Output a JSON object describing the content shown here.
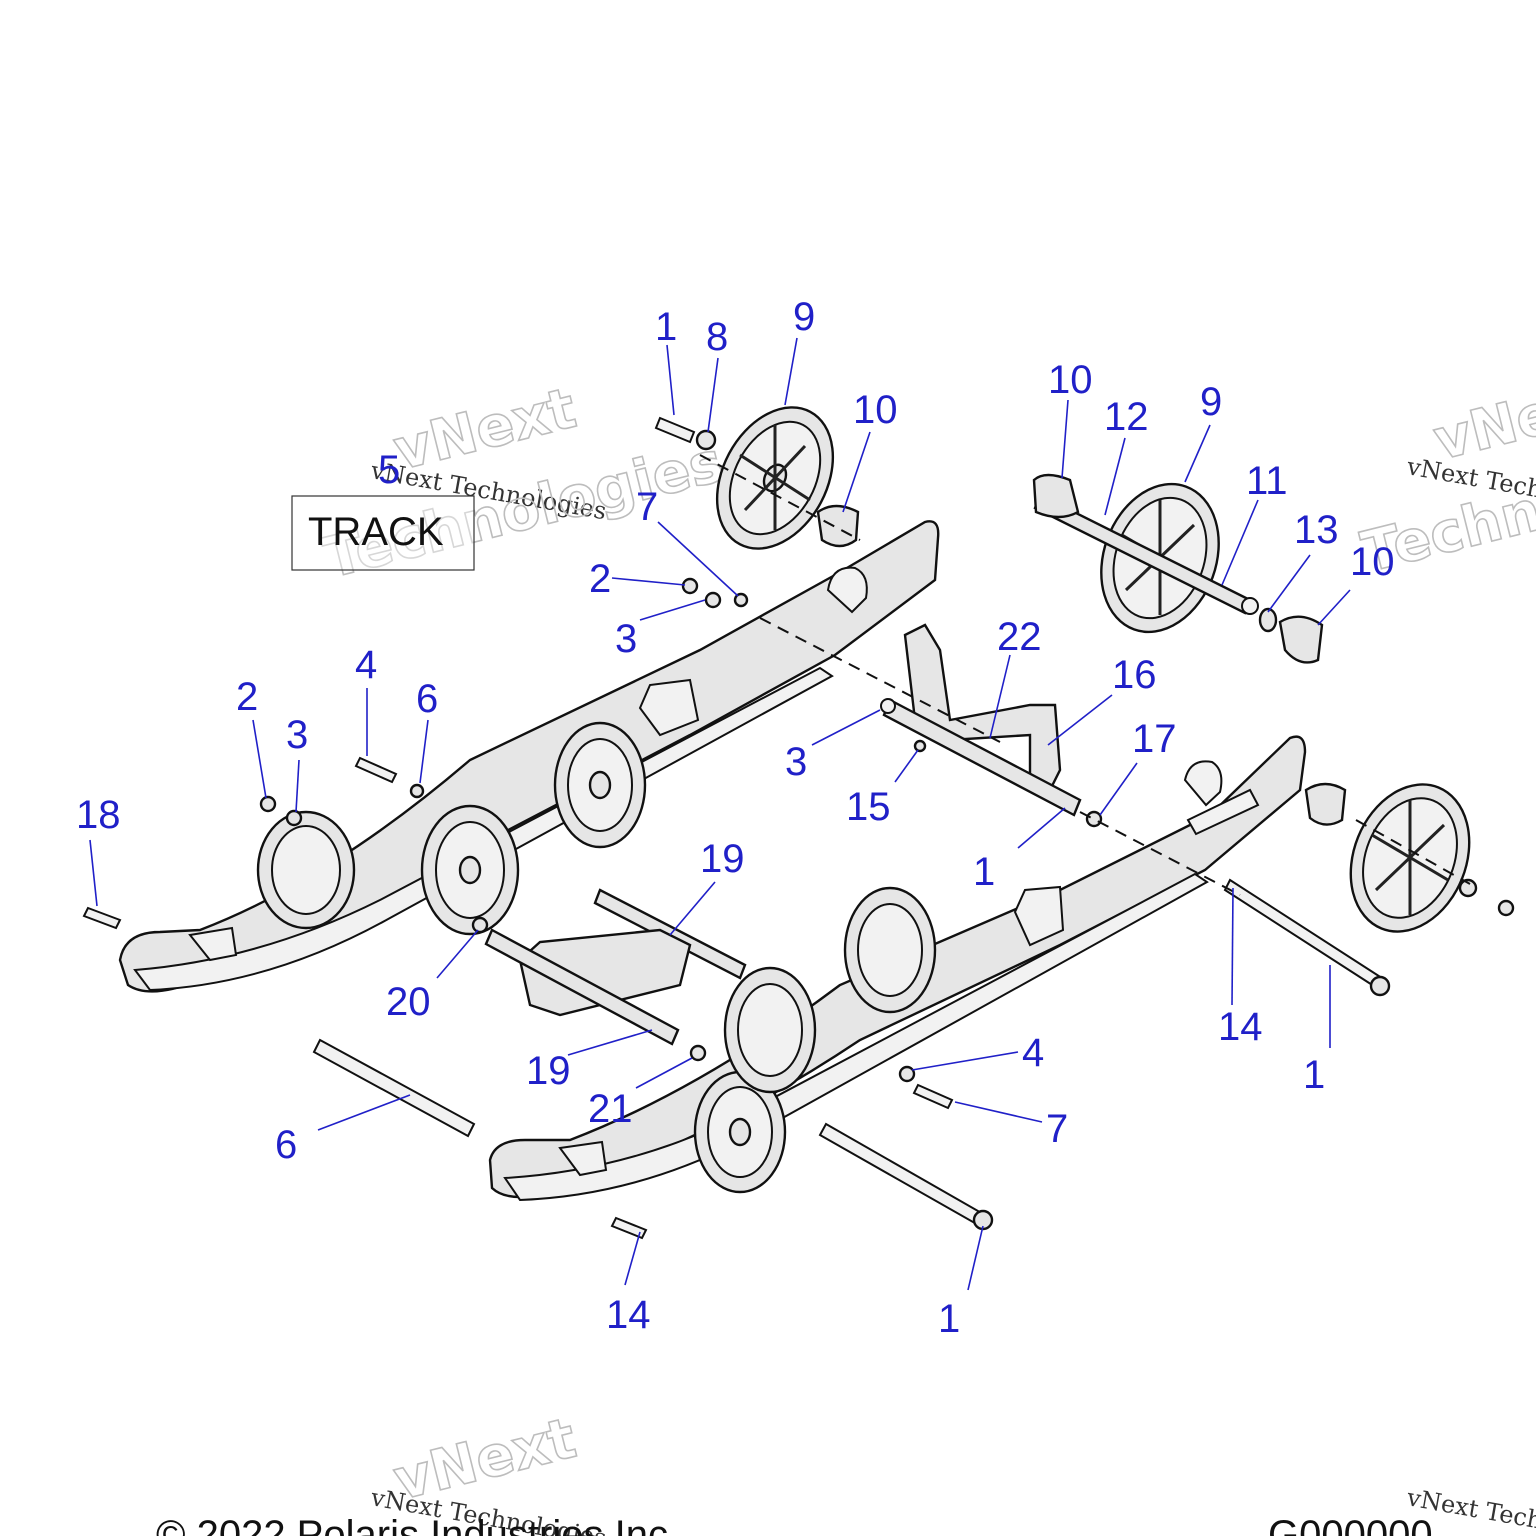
{
  "diagram": {
    "section_label": "TRACK",
    "copyright": "© 2022 Polaris Industries Inc.",
    "drawing_number": "G000000",
    "watermark_small": "vNext Technologies",
    "watermark_big_1": "vNext",
    "watermark_big_2": "Technologies",
    "callout_color": "#2020c8"
  },
  "callouts": [
    "1",
    "8",
    "9",
    "10",
    "10",
    "12",
    "9",
    "11",
    "13",
    "10",
    "5",
    "7",
    "2",
    "3",
    "22",
    "16",
    "4",
    "2",
    "3",
    "6",
    "3",
    "17",
    "15",
    "1",
    "18",
    "19",
    "20",
    "19",
    "21",
    "6",
    "4",
    "7",
    "14",
    "1",
    "14"
  ]
}
